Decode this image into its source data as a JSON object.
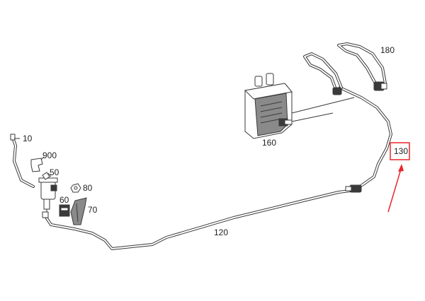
{
  "labels": {
    "p10": "10",
    "p900": "900",
    "p50": "50",
    "p80": "80",
    "p60": "60",
    "p70": "70",
    "p120": "120",
    "p160": "160",
    "p130": "130",
    "p180": "180"
  },
  "highlight": {
    "part": "130",
    "color": "#e8262c"
  }
}
